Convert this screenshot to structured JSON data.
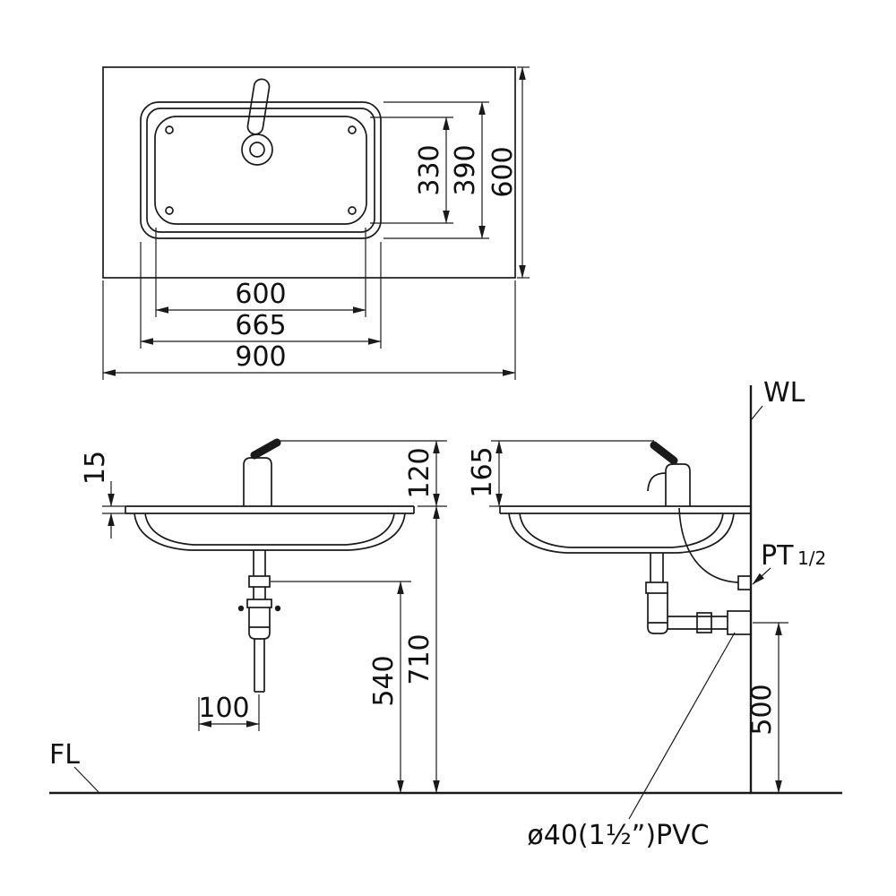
{
  "plan_view": {
    "dim_bowl_depth": "330",
    "dim_rim_depth": "390",
    "dim_counter_depth": "600",
    "dim_bowl_width": "600",
    "dim_rim_width": "665",
    "dim_counter_width": "900"
  },
  "front_view": {
    "dim_counter_thickness": "15",
    "dim_faucet_height": "120",
    "dim_counter_height": "710",
    "dim_drain_outlet_height": "540",
    "dim_drain_offset": "100"
  },
  "side_view": {
    "dim_faucet_height": "165",
    "dim_waste_outlet_height": "500",
    "wall_line_label": "WL",
    "supply_label": "PT",
    "supply_size_label": "1/2",
    "waste_pipe_label": "ø40(1½”)PVC"
  },
  "floor_line_label": "FL",
  "colors": {
    "line": "#1a1a1a",
    "background": "#ffffff"
  }
}
